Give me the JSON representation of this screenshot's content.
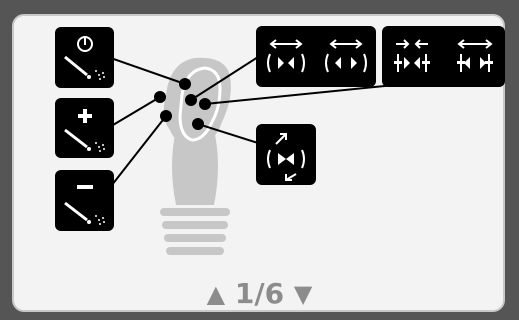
{
  "pager": {
    "prev_icon": "triangle-up",
    "label": "1/6",
    "next_icon": "triangle-down"
  },
  "icons": {
    "top_left": "nozzle-power-icon",
    "middle_left": "nozzle-plus-icon",
    "bottom_left": "nozzle-minus-icon",
    "top_center": "spread-widen-icons",
    "top_right": "boom-narrow-icons",
    "mid_right": "rotate-arrows-icon"
  },
  "colors": {
    "background": "#555555",
    "panel": "#f3f3f3",
    "tile": "#000000",
    "joystick": "#c7c7c7",
    "pager": "#8c8c8c"
  }
}
